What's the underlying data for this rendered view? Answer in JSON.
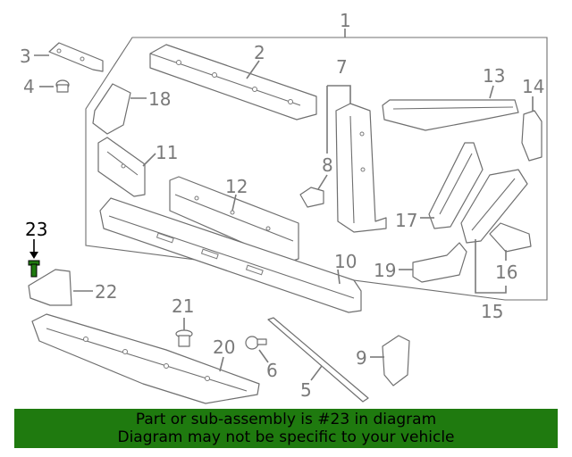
{
  "callouts": {
    "c1": "1",
    "c2": "2",
    "c3": "3",
    "c4": "4",
    "c5": "5",
    "c6": "6",
    "c7": "7",
    "c8": "8",
    "c9": "9",
    "c10": "10",
    "c11": "11",
    "c12": "12",
    "c13": "13",
    "c14": "14",
    "c15": "15",
    "c16": "16",
    "c17": "17",
    "c18": "18",
    "c19": "19",
    "c20": "20",
    "c21": "21",
    "c22": "22",
    "c23": "23"
  },
  "highlight": {
    "part_number": "23",
    "color": "#1f7a0f"
  },
  "banner": {
    "line1": "Part or sub-assembly is #23 in diagram",
    "line2": "Diagram may not be specific to your vehicle",
    "background": "#1f7a0f"
  }
}
